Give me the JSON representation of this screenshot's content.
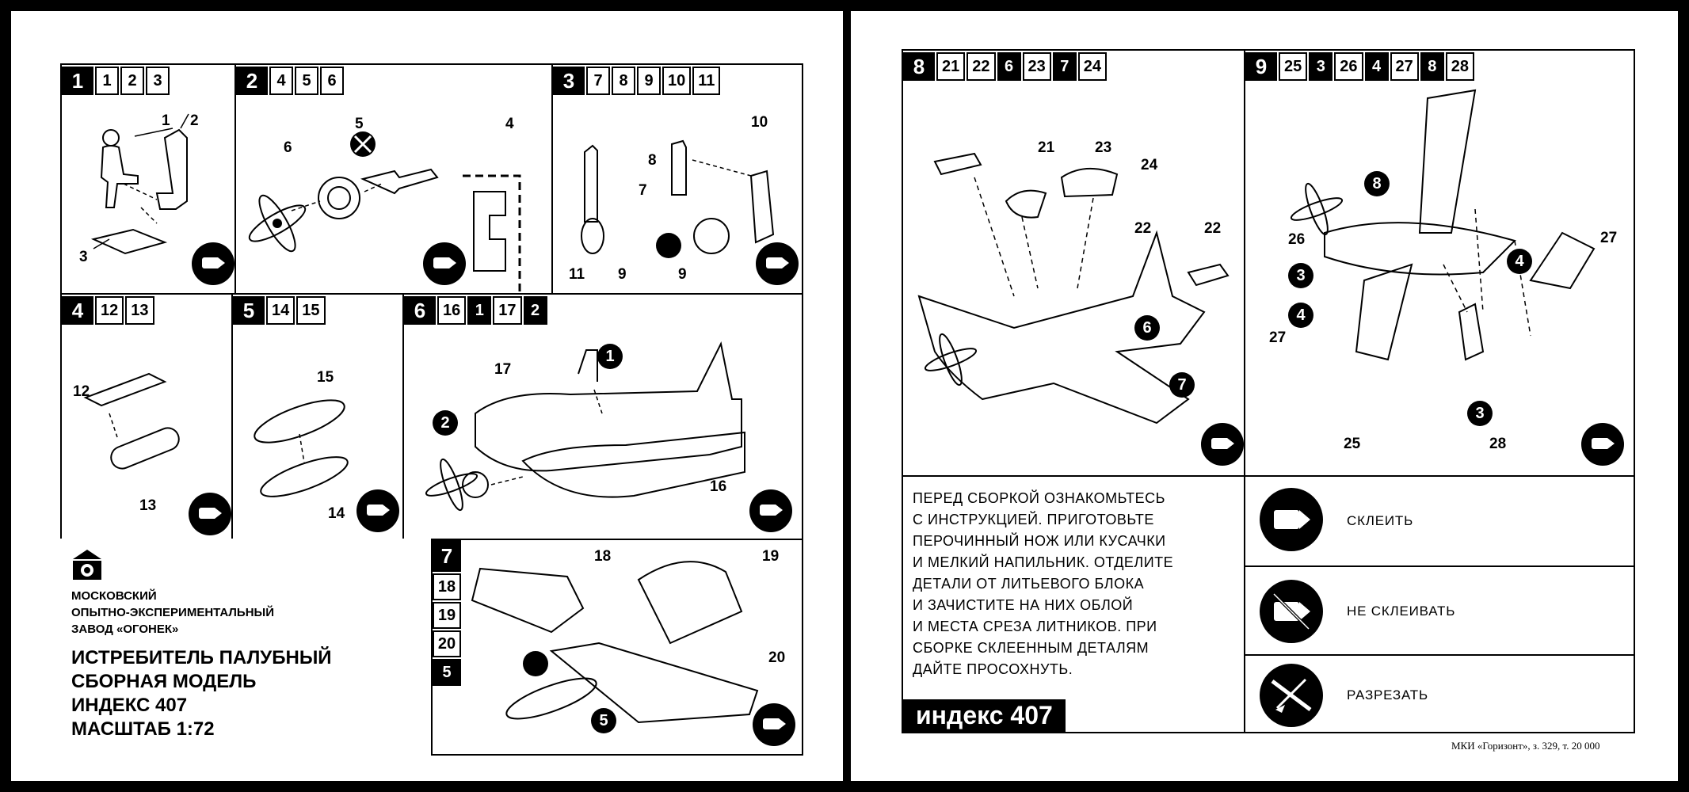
{
  "left": {
    "steps": [
      {
        "step": "1",
        "parts": [
          "1",
          "2",
          "3"
        ],
        "labels": [
          "1",
          "2",
          "3"
        ]
      },
      {
        "step": "2",
        "parts": [
          "4",
          "5",
          "6"
        ],
        "labels": [
          "6",
          "5",
          "4"
        ]
      },
      {
        "step": "3",
        "parts": [
          "7",
          "8",
          "9",
          "10",
          "11"
        ],
        "labels": [
          "10",
          "8",
          "7",
          "11",
          "9",
          "9"
        ]
      },
      {
        "step": "4",
        "parts": [
          "12",
          "13"
        ],
        "labels": [
          "12",
          "13"
        ]
      },
      {
        "step": "5",
        "parts": [
          "14",
          "15"
        ],
        "labels": [
          "15",
          "14"
        ]
      },
      {
        "step": "6",
        "parts": [
          "16",
          "1",
          "17",
          "2"
        ],
        "labels": [
          "17",
          "16"
        ],
        "circled": [
          "1",
          "2"
        ]
      },
      {
        "step": "7",
        "parts": [
          "18",
          "19",
          "20",
          "5"
        ],
        "labels": [
          "18",
          "19",
          "20"
        ],
        "circled": [
          "5"
        ]
      }
    ],
    "maker": [
      "Московский",
      "опытно-экспериментальный",
      "завод «Огонек»"
    ],
    "title": [
      "ИСТРЕБИТЕЛЬ ПАЛУБНЫЙ",
      "СБОРНАЯ МОДЕЛЬ",
      "ИНДЕКС 407",
      "МАСШТАБ 1:72"
    ]
  },
  "right": {
    "steps": [
      {
        "step": "8",
        "parts": [
          "21",
          "22",
          "6",
          "23",
          "7",
          "24"
        ],
        "labels": [
          "21",
          "23",
          "24",
          "22",
          "22"
        ],
        "circled": [
          "6",
          "7"
        ]
      },
      {
        "step": "9",
        "parts": [
          "25",
          "3",
          "26",
          "4",
          "27",
          "8",
          "28"
        ],
        "labels": [
          "26",
          "27",
          "27",
          "25",
          "28"
        ],
        "circled": [
          "8",
          "3",
          "4",
          "3",
          "4"
        ]
      }
    ],
    "instructions": "ПЕРЕД СБОРКОЙ ОЗНАКОМЬТЕСЬ\nС ИНСТРУКЦИЕЙ. ПРИГОТОВЬТЕ\nПЕРОЧИННЫЙ НОЖ ИЛИ КУСАЧКИ\nИ МЕЛКИЙ НАПИЛЬНИК. ОТДЕЛИТЕ\nДЕТАЛИ ОТ ЛИТЬЕВОГО БЛОКА\nИ ЗАЧИСТИТЕ НА НИХ ОБЛОЙ\nИ МЕСТА СРЕЗА ЛИТНИКОВ. ПРИ\nСБОРКЕ СКЛЕЕННЫМ ДЕТАЛЯМ\nДАЙТЕ ПРОСОХНУТЬ.",
    "brand": "индекс 407",
    "legend": [
      {
        "icon": "glue-icon",
        "label": "СКЛЕИТЬ"
      },
      {
        "icon": "no-glue-icon",
        "label": "НЕ СКЛЕИВАТЬ"
      },
      {
        "icon": "cut-icon",
        "label": "РАЗРЕЗАТЬ"
      }
    ],
    "imprint": "МКИ «Горизонт», з. 329, т. 20 000"
  },
  "colors": {
    "ink": "#000000",
    "paper": "#ffffff"
  }
}
